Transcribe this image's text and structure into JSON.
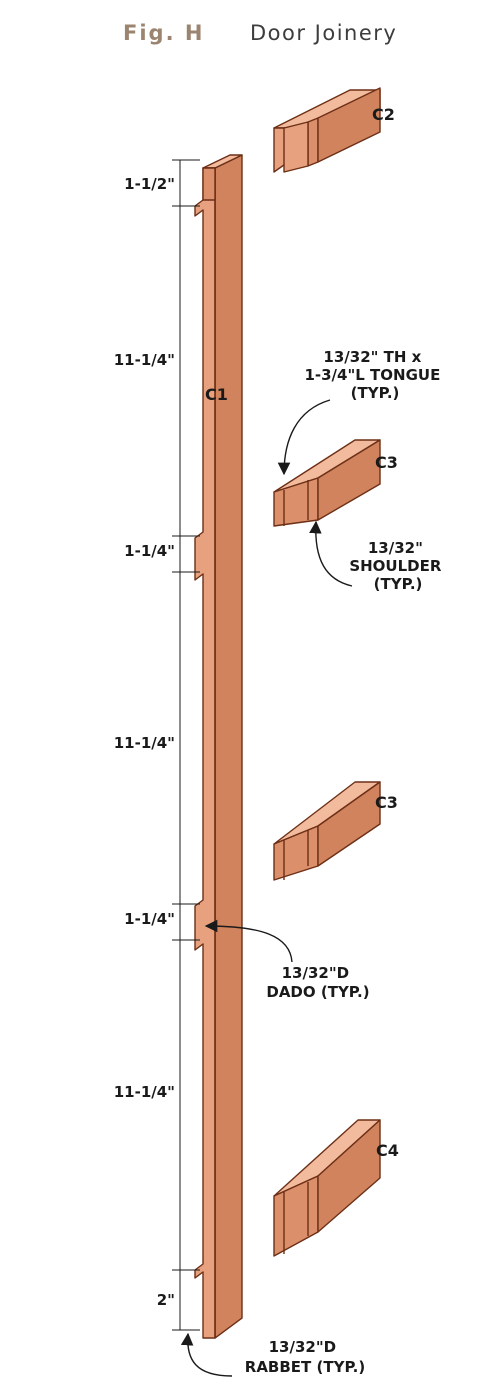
{
  "figure": {
    "fig_label": "Fig. H",
    "title": "Door Joinery"
  },
  "parts": {
    "c1": "C1",
    "c2": "C2",
    "c3a": "C3",
    "c3b": "C3",
    "c4": "C4"
  },
  "dimensions": [
    "1-1/2\"",
    "11-1/4\"",
    "1-1/4\"",
    "11-1/4\"",
    "1-1/4\"",
    "11-1/4\"",
    "2\""
  ],
  "callouts": {
    "tongue": [
      "13/32\" TH x",
      "1-3/4\"L TONGUE",
      "(TYP.)"
    ],
    "shoulder": [
      "13/32\"",
      "SHOULDER",
      "(TYP.)"
    ],
    "dado": [
      "13/32\"D",
      "DADO (TYP.)"
    ],
    "rabbet": [
      "13/32\"D",
      "RABBET (TYP.)"
    ]
  }
}
